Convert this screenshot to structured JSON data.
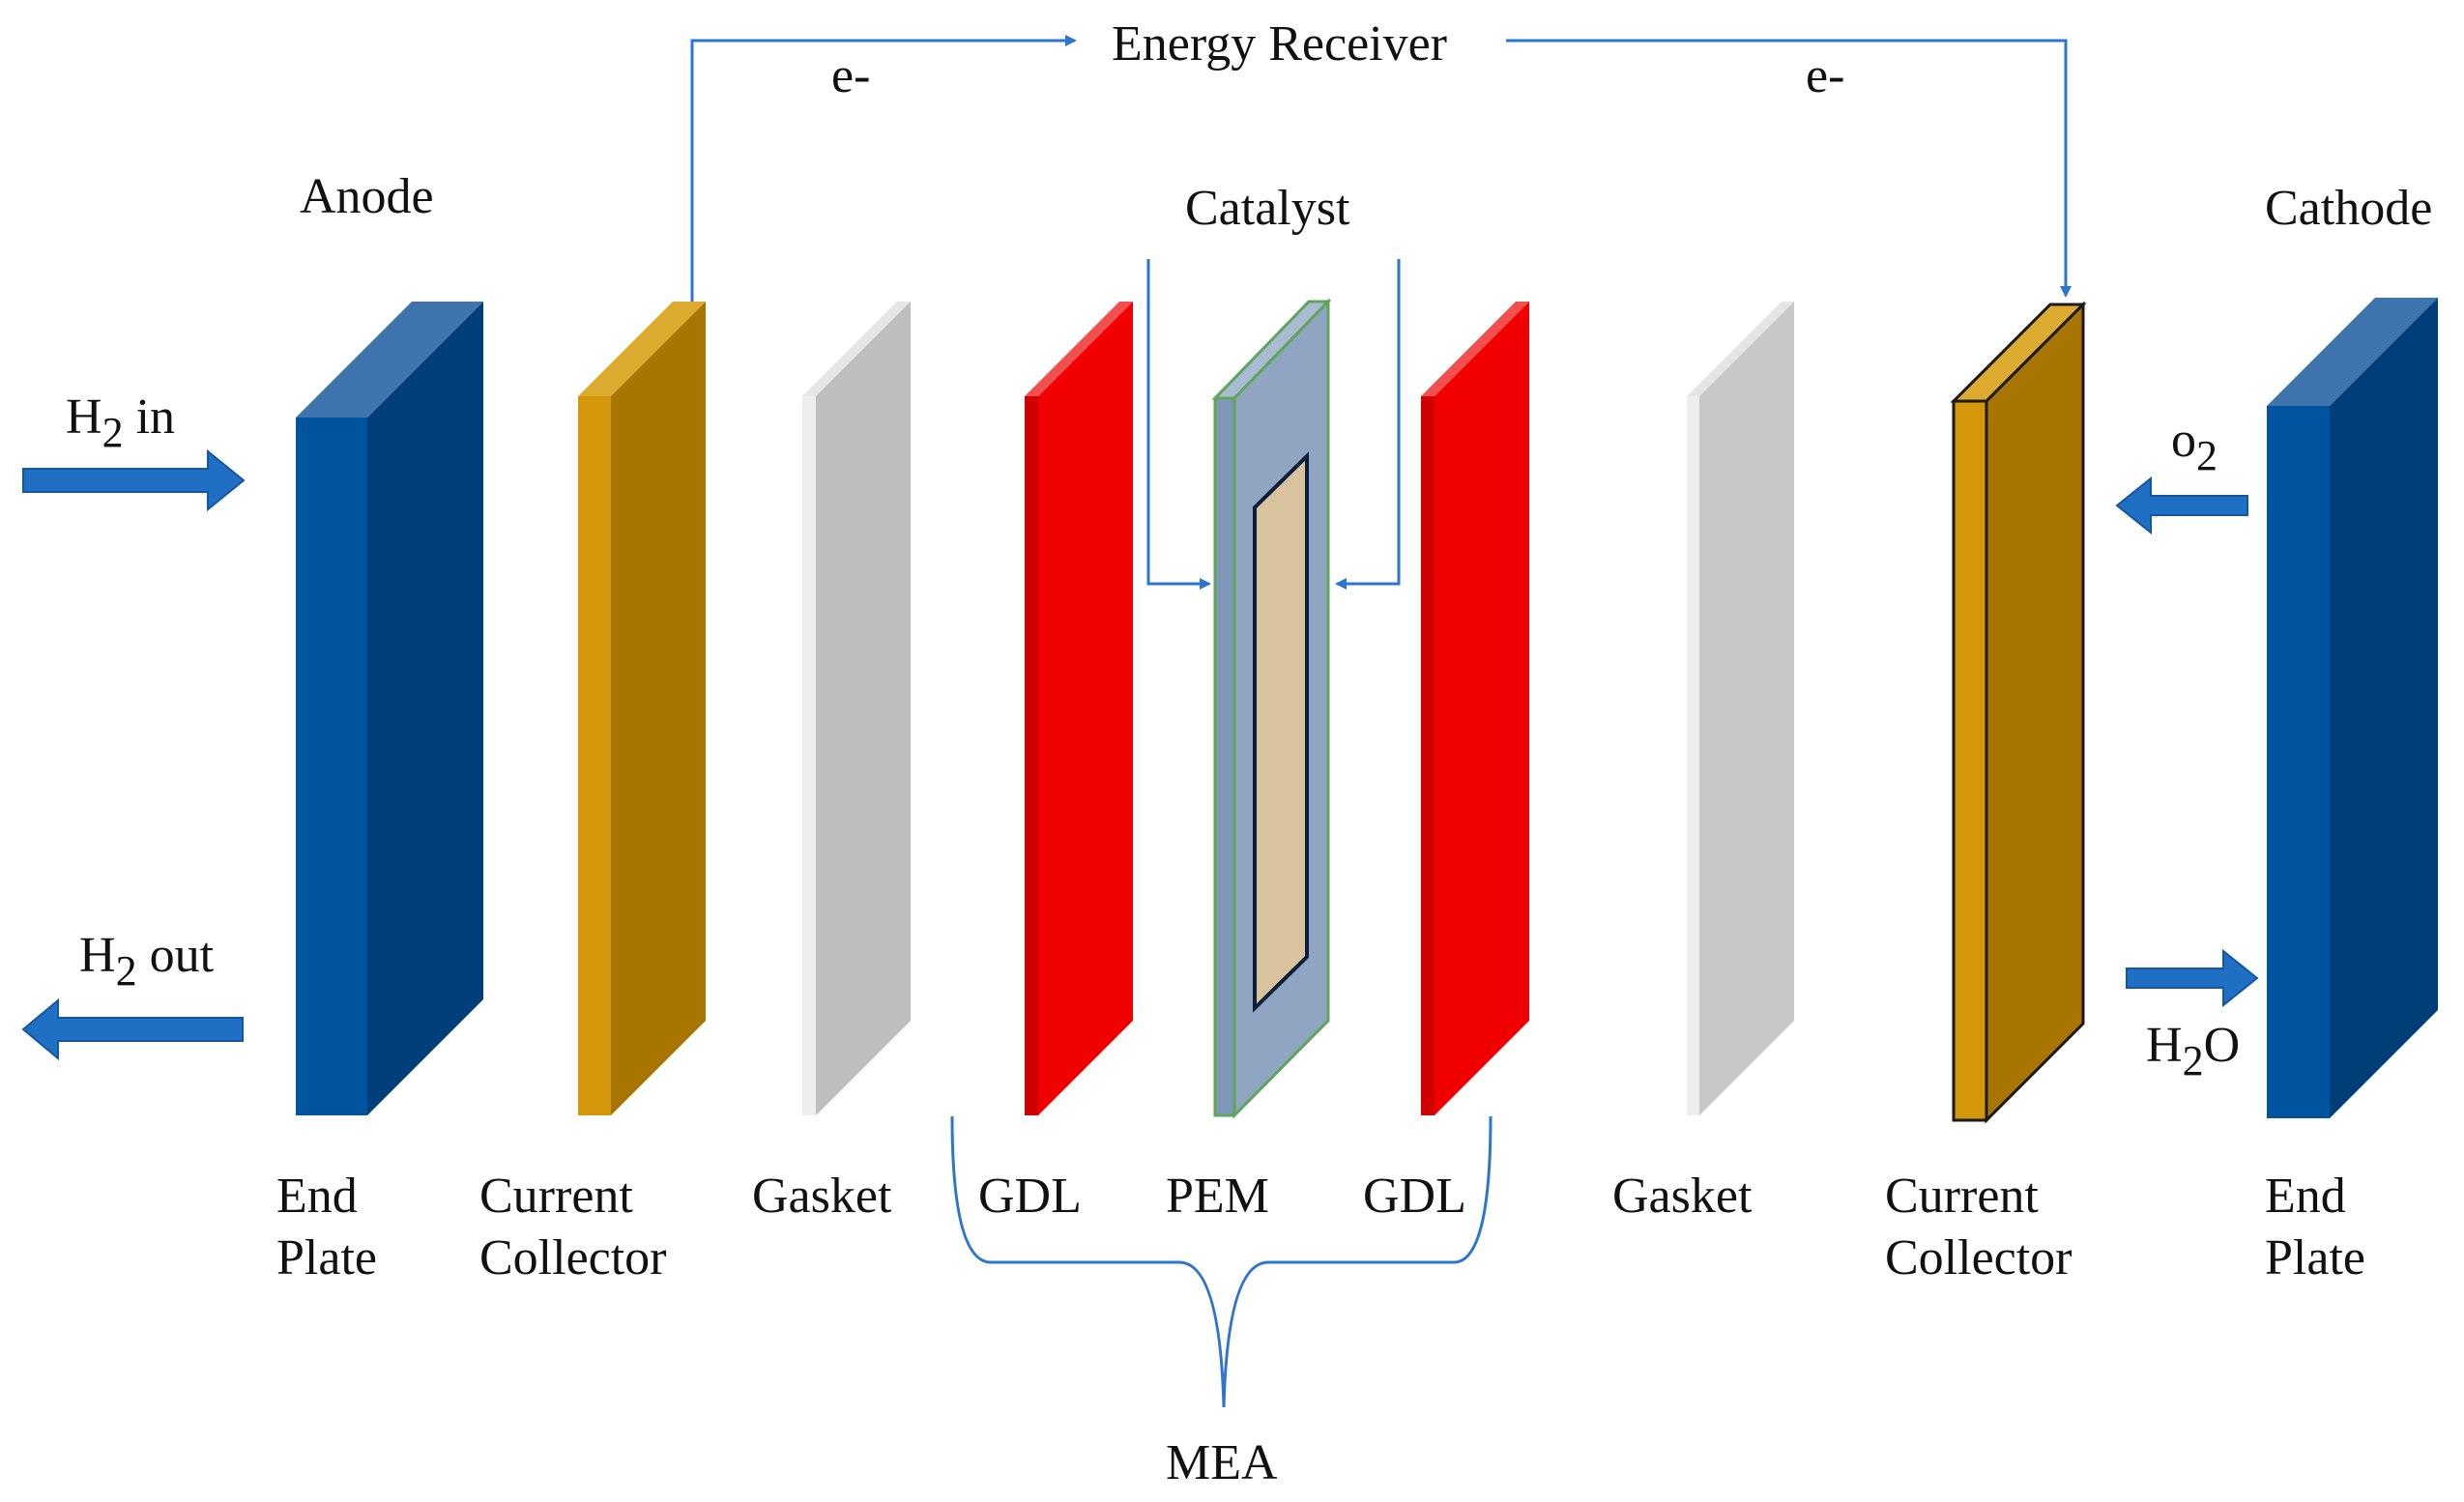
{
  "top": {
    "energy_receiver": "Energy Receiver",
    "electron_left": "e-",
    "electron_right": "e-"
  },
  "sides": {
    "anode": "Anode",
    "cathode": "Cathode"
  },
  "flows": {
    "h2_in": {
      "main": "H",
      "sub": "2",
      "rest": " in"
    },
    "h2_out": {
      "main": "H",
      "sub": "2",
      "rest": " out"
    },
    "o2": {
      "main": "o",
      "sub": "2",
      "rest": ""
    },
    "h2o": {
      "main": "H",
      "sub": "2",
      "rest": "O"
    }
  },
  "catalyst": "Catalyst",
  "layers": {
    "end_plate_left": {
      "line1": "End",
      "line2": "Plate"
    },
    "current_collector_left": {
      "line1": "Current",
      "line2": "Collector"
    },
    "gasket_left": {
      "line1": "Gasket"
    },
    "gdl_left": {
      "line1": "GDL"
    },
    "pem": {
      "line1": "PEM"
    },
    "gdl_right": {
      "line1": "GDL"
    },
    "gasket_right": {
      "line1": "Gasket"
    },
    "current_collector_right": {
      "line1": "Current",
      "line2": "Collector"
    },
    "end_plate_right": {
      "line1": "End",
      "line2": "Plate"
    }
  },
  "mea": "MEA",
  "colors": {
    "end_plate_front": "#00539F",
    "end_plate_side": "#003E7A",
    "end_plate_top": "#3F74AE",
    "collector_front": "#D4960A",
    "collector_side": "#A87600",
    "collector_top": "#DDAA30",
    "gasket_front": "#EAEAEA",
    "gasket_side": "#BEBEBE",
    "gdl_front": "#E00000",
    "gdl_side": "#F00000",
    "pem_body": "#8FA5C2",
    "pem_edge": "#5FA55A",
    "catalyst_fill": "#D9C39E",
    "arrow_blue": "#1F6FC4",
    "line_blue": "#2E75D0"
  }
}
